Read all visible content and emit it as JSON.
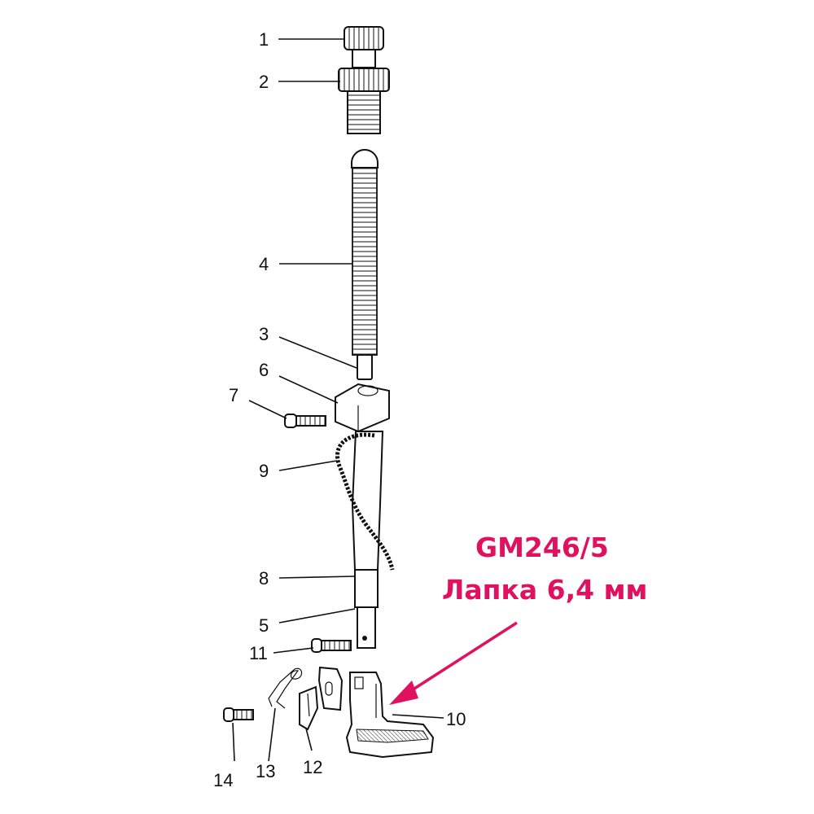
{
  "annotation": {
    "code": "GM246/5",
    "description": "Лапка 6,4 мм",
    "color": "#e0115f"
  },
  "labels": [
    "1",
    "2",
    "3",
    "4",
    "5",
    "6",
    "7",
    "8",
    "9",
    "10",
    "11",
    "12",
    "13",
    "14"
  ]
}
